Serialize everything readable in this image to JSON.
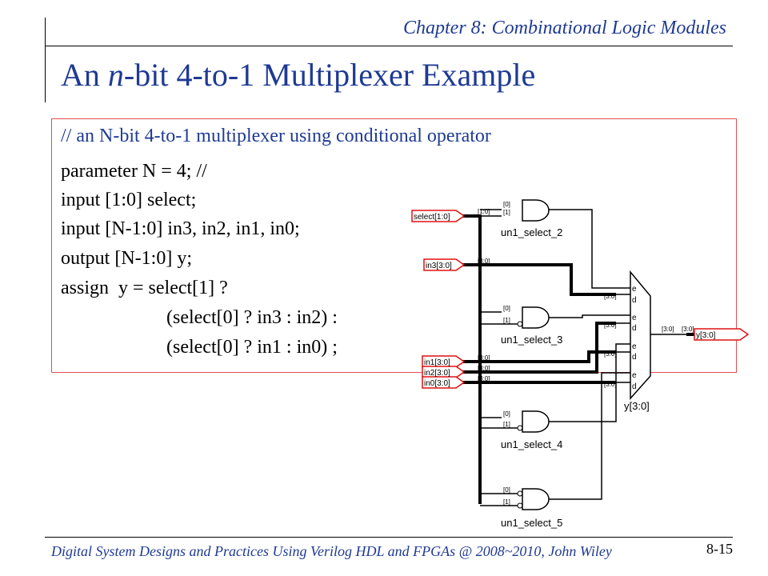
{
  "header": {
    "chapter": "Chapter 8: Combinational Logic Modules",
    "title_pre": "An ",
    "title_italic": "n",
    "title_post": "-bit 4-to-1 Multiplexer Example"
  },
  "code": {
    "lines": [
      "// an N-bit 4-to-1 multiplexer using conditional operator",
      "parameter N = 4; //",
      "input [1:0] select;",
      "input [N-1:0] in3, in2, in1, in0;",
      "output [N-1:0] y;",
      "assign  y = select[1] ?",
      "(select[0] ? in3 : in2) :",
      "(select[0] ? in1 : in0) ;"
    ]
  },
  "schematic": {
    "inputs": {
      "select": "select[1:0]",
      "in3": "in3[3:0]",
      "in1": "in1[3:0]",
      "in2": "in2[3:0]",
      "in0": "in0[3:0]"
    },
    "output": "y[3:0]",
    "gates": [
      "un1_select_2",
      "un1_select_3",
      "un1_select_4",
      "un1_select_5"
    ],
    "mux_label": "y[3:0]",
    "bus_labels": {
      "b10": "[1:0]",
      "b30": "[3:0]",
      "b0": "[0]",
      "b1": "[1]",
      "e": "e",
      "d": "d"
    }
  },
  "footer": {
    "text": "Digital System Designs and Practices Using Verilog HDL and FPGAs @ 2008~2010, John Wiley",
    "page": "8-15"
  }
}
